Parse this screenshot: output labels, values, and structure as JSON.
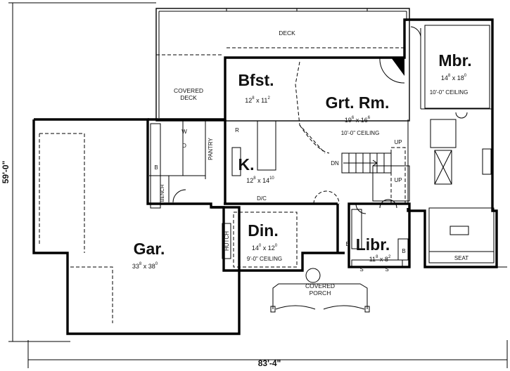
{
  "overall": {
    "width": "83'-4\"",
    "depth": "59'-0\""
  },
  "rooms": {
    "deck": {
      "name": "DECK"
    },
    "covered_deck": {
      "line1": "COVERED",
      "line2": "DECK"
    },
    "breakfast": {
      "name": "Bfst.",
      "w_ft": "12",
      "w_in": "8",
      "d_ft": "11",
      "d_in": "2"
    },
    "great_room": {
      "name": "Grt. Rm.",
      "w_ft": "19",
      "w_in": "6",
      "d_ft": "16",
      "d_in": "6",
      "ceiling": "10'-0\" CEILING"
    },
    "master": {
      "name": "Mbr.",
      "w_ft": "14",
      "w_in": "8",
      "d_ft": "18",
      "d_in": "0",
      "ceiling": "10'-0\" CEILING"
    },
    "kitchen": {
      "name": "K.",
      "w_ft": "12",
      "w_in": "8",
      "d_ft": "14",
      "d_in": "10"
    },
    "garage": {
      "name": "Gar.",
      "w_ft": "33",
      "w_in": "8",
      "d_ft": "38",
      "d_in": "0"
    },
    "dining": {
      "name": "Din.",
      "w_ft": "14",
      "w_in": "0",
      "d_ft": "12",
      "d_in": "0",
      "ceiling": "9'-0\" CEILING"
    },
    "library": {
      "name": "Libr.",
      "w_ft": "11",
      "w_in": "8",
      "d_ft": "8",
      "d_in": "2"
    },
    "covered_porch": {
      "line1": "COVERED",
      "line2": "PORCH"
    }
  },
  "fixtures": {
    "pantry": "PANTRY",
    "bench": "BENCH",
    "hutch": "HUTCH",
    "seat": "SEAT",
    "dryer_closet": "D/C",
    "washer": "W",
    "dryer": "D",
    "bench_b": "B",
    "refrigerator": "R",
    "stairs_up": "UP",
    "stairs_up_2": "UP",
    "stairs_down": "DN",
    "shelf_b": "B",
    "shelf_b2": "B",
    "library_shelf_s1": "S",
    "library_shelf_s2": "S"
  }
}
